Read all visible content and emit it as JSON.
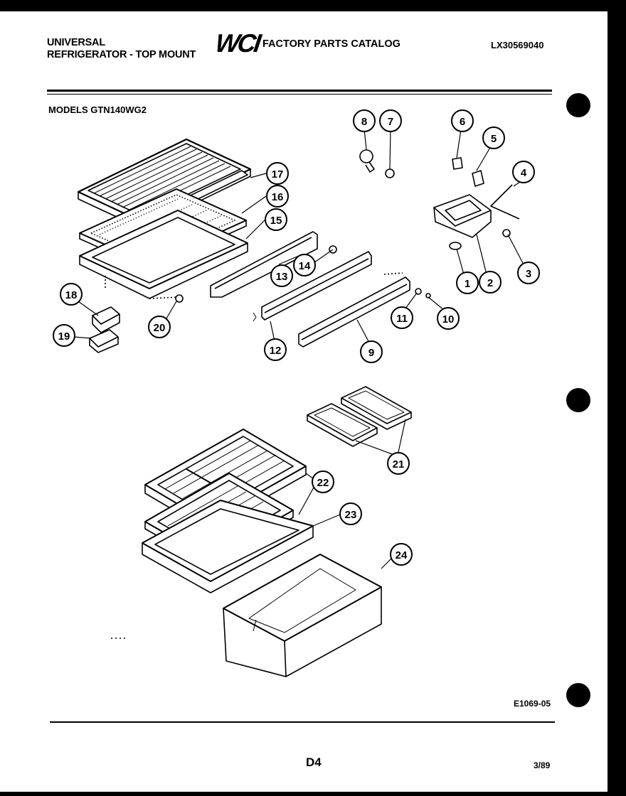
{
  "header": {
    "brand_line1": "UNIVERSAL",
    "brand_line2": "REFRIGERATOR - TOP MOUNT",
    "logo": "WCI",
    "catalog_title": "FACTORY PARTS CATALOG",
    "catalog_code": "LX30569040"
  },
  "models": "MODELS GTN140WG2",
  "figure_ref": "E1069-05",
  "page_label": "D4",
  "date": "3/89",
  "callouts": [
    "1",
    "2",
    "3",
    "4",
    "5",
    "6",
    "7",
    "8",
    "9",
    "10",
    "11",
    "12",
    "13",
    "14",
    "15",
    "16",
    "17",
    "18",
    "19",
    "20",
    "21",
    "22",
    "23",
    "24"
  ]
}
